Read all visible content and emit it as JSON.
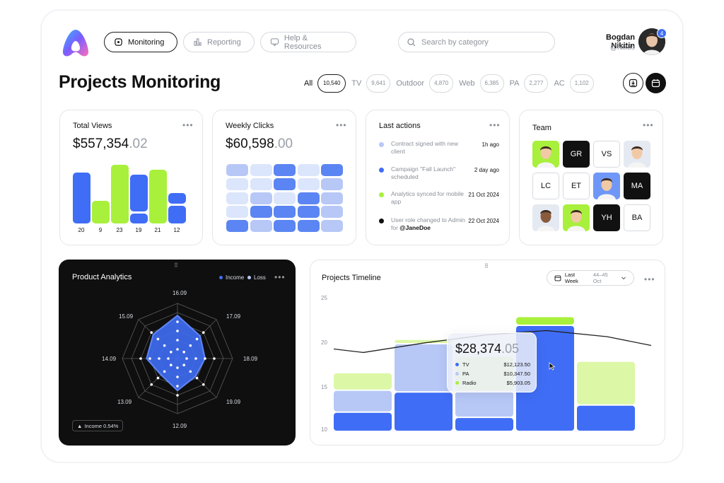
{
  "nav": {
    "items": [
      {
        "label": "Monitoring",
        "icon": "monitor-icon",
        "active": true
      },
      {
        "label": "Reporting",
        "icon": "chart-icon",
        "active": false
      },
      {
        "label": "Help & Resources",
        "icon": "chat-icon",
        "active": false
      }
    ],
    "search_placeholder": "Search by category"
  },
  "user": {
    "name": "Bogdan Nikitin",
    "handle": "@Nixtio",
    "notifications": "4"
  },
  "page": {
    "title": "Projects Monitoring"
  },
  "filters": [
    {
      "label": "All",
      "count": "10,540",
      "active": true
    },
    {
      "label": "TV",
      "count": "9,641",
      "active": false
    },
    {
      "label": "Outdoor",
      "count": "4,870",
      "active": false
    },
    {
      "label": "Web",
      "count": "6,385",
      "active": false
    },
    {
      "label": "PA",
      "count": "2,277",
      "active": false
    },
    {
      "label": "AC",
      "count": "1,102",
      "active": false
    }
  ],
  "total_views": {
    "title": "Total Views",
    "value": "$557,354",
    "decimals": ".02",
    "bars": [
      {
        "label": "20",
        "segments": [
          {
            "value": 20,
            "color": "#3f6df5"
          }
        ]
      },
      {
        "label": "9",
        "segments": [
          {
            "value": 9,
            "color": "#a8f03c"
          }
        ]
      },
      {
        "label": "23",
        "segments": [
          {
            "value": 23,
            "color": "#a8f03c"
          }
        ]
      },
      {
        "label": "19",
        "segments": [
          {
            "value": 4,
            "color": "#3f6df5"
          },
          {
            "value": 15,
            "color": "#3f6df5"
          }
        ]
      },
      {
        "label": "21",
        "segments": [
          {
            "value": 21,
            "color": "#a8f03c"
          }
        ]
      },
      {
        "label": "12",
        "segments": [
          {
            "value": 7,
            "color": "#3f6df5"
          },
          {
            "value": 5,
            "color": "#3f6df5"
          }
        ]
      }
    ]
  },
  "weekly_clicks": {
    "title": "Weekly Clicks",
    "value": "$60,598",
    "decimals": ".00",
    "grid": [
      [
        2,
        1,
        3,
        1,
        3
      ],
      [
        1,
        1,
        3,
        1,
        2
      ],
      [
        1,
        2,
        1,
        3,
        2
      ],
      [
        1,
        3,
        3,
        3,
        2
      ],
      [
        3,
        2,
        3,
        3,
        2
      ]
    ]
  },
  "last_actions": {
    "title": "Last actions",
    "items": [
      {
        "text": "Contract signed with new client",
        "mention": "",
        "time": "1h ago",
        "color": "#b7c8f7"
      },
      {
        "text": "Campaign \"Fall Launch\" scheduled",
        "mention": "",
        "time": "2 day ago",
        "color": "#3f6df5"
      },
      {
        "text": "Analytics synced for mobile app",
        "mention": "",
        "time": "21 Oct 2024",
        "color": "#a8f03c"
      },
      {
        "text": "User role changed to Admin for ",
        "mention": "@JaneDoe",
        "time": "22 Oct 2024",
        "color": "#111111"
      }
    ]
  },
  "team": {
    "title": "Team",
    "members": [
      {
        "initials": "",
        "style": "photo-green"
      },
      {
        "initials": "GR",
        "style": "dark"
      },
      {
        "initials": "VS",
        "style": "light"
      },
      {
        "initials": "",
        "style": "photo-light"
      },
      {
        "initials": "LC",
        "style": "light"
      },
      {
        "initials": "ET",
        "style": "light"
      },
      {
        "initials": "",
        "style": "photo-blue"
      },
      {
        "initials": "MA",
        "style": "dark"
      },
      {
        "initials": "",
        "style": "photo-light"
      },
      {
        "initials": "",
        "style": "photo-green"
      },
      {
        "initials": "YH",
        "style": "dark"
      },
      {
        "initials": "BA",
        "style": "light"
      }
    ]
  },
  "product_analytics": {
    "title": "Product Analytics",
    "legend": [
      {
        "label": "Income",
        "color": "#3f6df5"
      },
      {
        "label": "Loss",
        "color": "#b7c8f7"
      }
    ],
    "axes": [
      "16.09",
      "17.09",
      "18.09",
      "19.09",
      "12.09",
      "13.09",
      "14.09",
      "15.09"
    ],
    "income_chip": "Income 0.54%",
    "income_values": [
      0.78,
      0.58,
      0.5,
      0.46,
      0.58,
      0.42,
      0.56,
      0.62
    ]
  },
  "timeline": {
    "title": "Projects Timeline",
    "week_label": "Last Week",
    "week_range": "44–45 Oct",
    "y_ticks": [
      "25",
      "20",
      "15",
      "10"
    ],
    "columns": [
      {
        "segments": [
          {
            "value": 2.2,
            "color": "#3f6df5"
          },
          {
            "value": 2.5,
            "color": "#b7c8f7"
          },
          {
            "value": 2.0,
            "color": "#dcf7a6"
          }
        ]
      },
      {
        "segments": [
          {
            "value": 4.5,
            "color": "#3f6df5"
          },
          {
            "value": 5.5,
            "color": "#b7c8f7"
          },
          {
            "value": 0.5,
            "color": "#dcf7a6"
          }
        ]
      },
      {
        "segments": [
          {
            "value": 1.6,
            "color": "#3f6df5"
          },
          {
            "value": 3.0,
            "color": "#b7c8f7"
          },
          {
            "value": 4.0,
            "color": "#dcf7a6"
          }
        ]
      },
      {
        "segments": [
          {
            "value": 12.1,
            "color": "#3f6df5"
          },
          {
            "value": 1.0,
            "color": "#a8f03c"
          }
        ]
      },
      {
        "segments": [
          {
            "value": 3.0,
            "color": "#3f6df5"
          },
          {
            "value": 5.0,
            "color": "#dcf7a6"
          }
        ]
      }
    ],
    "line": [
      19.8,
      19.4,
      20.5,
      21.4,
      21.9,
      21.2,
      20.2
    ],
    "tooltip": {
      "value": "$28,374",
      "decimals": ".05",
      "rows": [
        {
          "label": "TV",
          "amount": "$12,123.50",
          "color": "#3f6df5"
        },
        {
          "label": "PA",
          "amount": "$10,347.50",
          "color": "#b7c8f7"
        },
        {
          "label": "Radio",
          "amount": "$5,903.05",
          "color": "#a8f03c"
        }
      ]
    }
  }
}
